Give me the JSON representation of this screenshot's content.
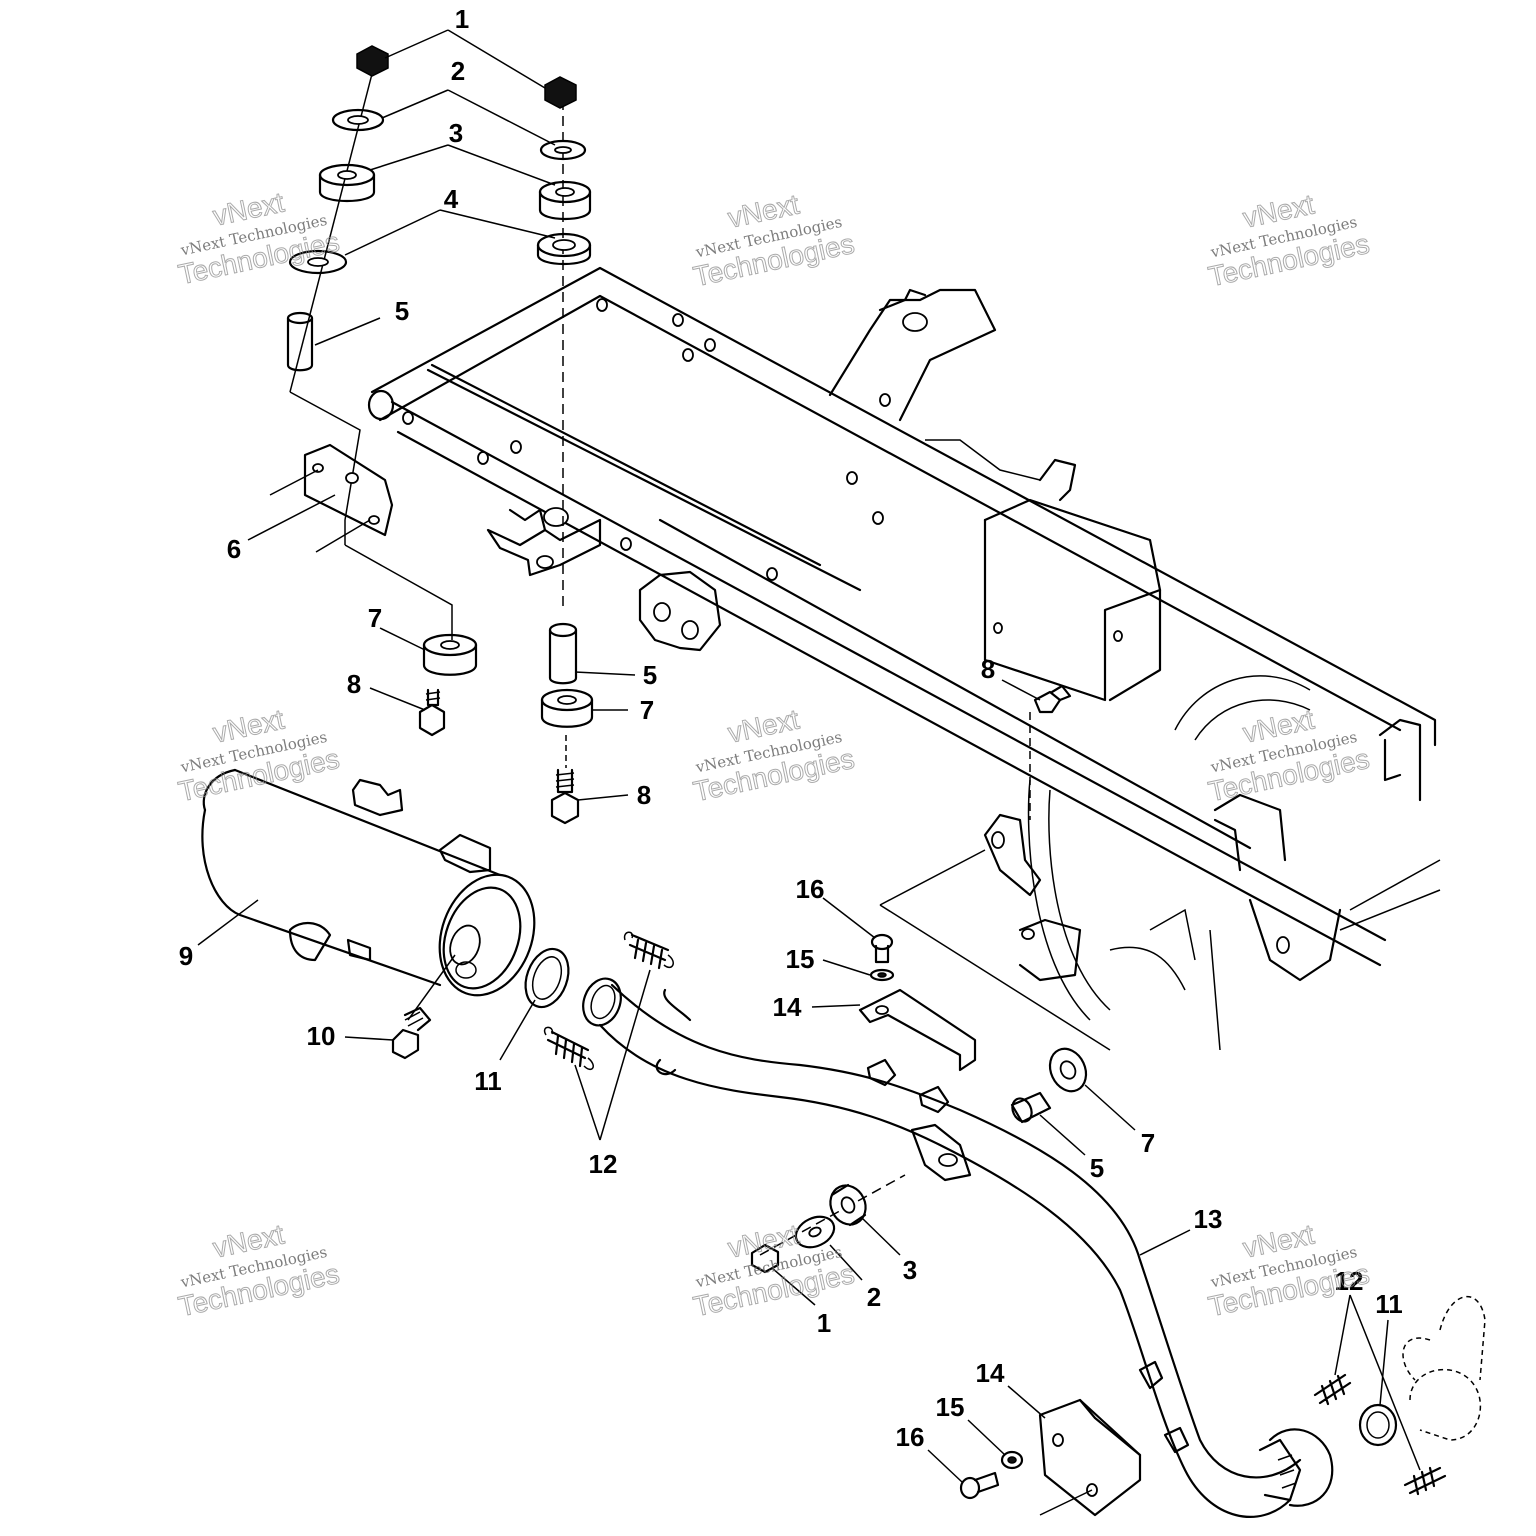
{
  "watermark": {
    "line1": "vNext",
    "line2": "vNext Technologies",
    "line3": "Technologies"
  },
  "callouts": {
    "c1a": "1",
    "c2a": "2",
    "c3a": "3",
    "c4a": "4",
    "c5a": "5",
    "c6": "6",
    "c7a": "7",
    "c8a": "8",
    "c5b": "5",
    "c7b": "7",
    "c8b": "8",
    "c8c": "8",
    "c9": "9",
    "c10": "10",
    "c11a": "11",
    "c12a": "12",
    "c16a": "16",
    "c15a": "15",
    "c14a": "14",
    "c7c": "7",
    "c5c": "5",
    "c13": "13",
    "c3b": "3",
    "c2b": "2",
    "c1b": "1",
    "c14b": "14",
    "c15b": "15",
    "c16b": "16",
    "c12b": "12",
    "c11b": "11"
  }
}
